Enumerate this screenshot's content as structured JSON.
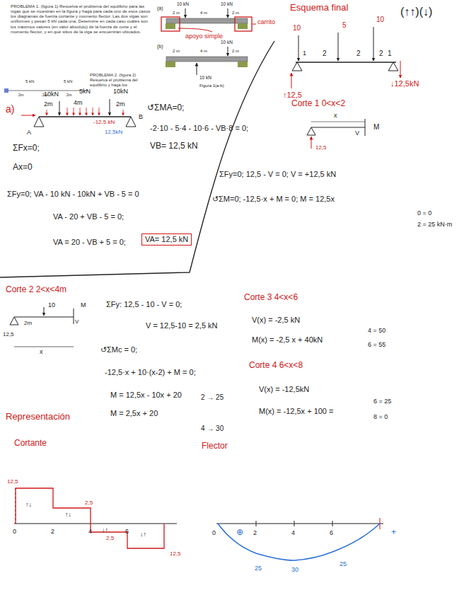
{
  "diagram": {
    "labels": [
      "PROBLEMA 1. (figura 1) Resuelva el problema del equilibrio para las vigas que se muestran en la figura y haga para cada uno de esos casos los diagramas de fuerza cortante y momento flector. Las dos vigas son uniformes y pesan 5 kN cada una. Determine en cada caso cuáles son los máximos valores (en valor absoluto) de la fuerza de corte y el momento flector, y en qué sitios de la viga se encuentran ubicados.",
      "PROBLEMA 2. (figura 2) Resuelva el problema del equilibrio y haga los",
      "(a)",
      "10 kN",
      "10 kN",
      "2 m",
      "4 m",
      "2 m",
      "carrito",
      "apoyo simple",
      "(b)",
      "10 kN",
      "2 m",
      "4 m",
      "2 m",
      "10 kN",
      "Figura 1(a-b)",
      "5 kN",
      "5 kN",
      "2m",
      "2m",
      "2m",
      "Esquema final",
      "(↑↑)(↓)",
      "10",
      "1",
      "2",
      "5",
      "2",
      "10",
      "2",
      "1",
      "↑12,5",
      "↓12,5kN",
      "a)",
      "2m",
      "4m",
      "2m",
      "10kN",
      "5kN",
      "10kN",
      "A",
      "B",
      "-12,5 kN",
      "12,5kN",
      "↺ΣMA=0;",
      "-2·10 - 5·4 - 10·6 - VB·8 = 0;",
      "VB= 12,5 kN",
      "ΣFx=0;",
      "Ax=0",
      "ΣFy=0;  VA - 10 kN - 10kN + VB - 5 = 0",
      "VA - 20 + VB - 5 = 0;",
      "VA = 20 - VB + 5 = 0;",
      "VA= 12,5 kN",
      "Corte 1  0<x<2",
      "x",
      "M",
      "V",
      "12,5",
      "ΣFy=0;  12,5 - V = 0;  V = +12,5 kN",
      "↺ΣM=0;  -12,5·x + M = 0;  M = 12,5x",
      "0 = 0",
      "2 = 25 kN·m",
      "Corte 2  2<x<4m",
      "10",
      "2m",
      "x",
      "12,5",
      "M",
      "V",
      "ΣFy:  12,5 - 10 - V = 0;",
      "V = 12,5-10 = 2,5 kN",
      "↺ΣMc = 0;",
      "-12,5·x + 10·(x-2) + M = 0;",
      "M = 12,5x - 10x + 20",
      "M = 2,5x + 20",
      "2 → 25",
      "4 → 30",
      "Corte 3  4<x<6",
      "V(x) = -2,5 kN",
      "M(x) = -2,5 x + 40kN",
      "4 = 50",
      "6 = 55",
      "Corte 4  6<x<8",
      "V(x) = -12,5kN",
      "M(x) = -12,5x + 100 =",
      "6 = 25",
      "8 = 0",
      "Representación",
      "Cortante",
      "Flector",
      "12,5",
      "2,5",
      "2,5",
      "12,5",
      "0",
      "2",
      "4",
      "6",
      "↑↓",
      "↑↓",
      "↓↑",
      "↓↑",
      "0",
      "2",
      "4",
      "6",
      "25",
      "30",
      "25",
      "+",
      "⊕"
    ]
  }
}
